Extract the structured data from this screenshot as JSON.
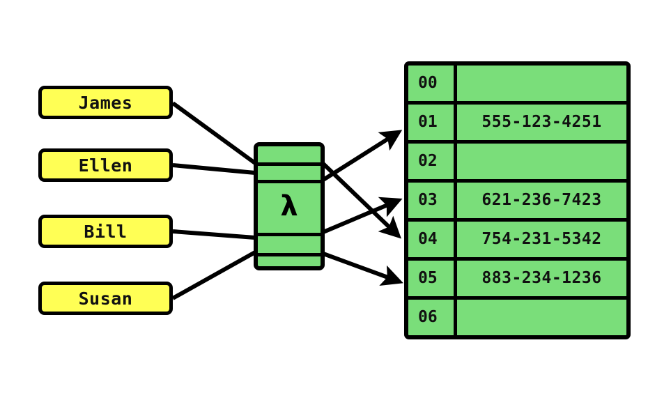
{
  "diagram": {
    "title": "hash-table-diagram",
    "colors": {
      "key_fill": "#ffff55",
      "bucket_fill": "#7ade7a",
      "stroke": "#000000",
      "background": "#ffffff"
    },
    "hash_function": {
      "symbol": "λ",
      "segments": 5
    },
    "keys": [
      {
        "label": "James",
        "maps_to": "04"
      },
      {
        "label": "Ellen",
        "maps_to": "01"
      },
      {
        "label": "Bill",
        "maps_to": "03"
      },
      {
        "label": "Susan",
        "maps_to": "05"
      }
    ],
    "table": {
      "rows": [
        {
          "index": "00",
          "value": ""
        },
        {
          "index": "01",
          "value": "555-123-4251"
        },
        {
          "index": "02",
          "value": ""
        },
        {
          "index": "03",
          "value": "621-236-7423"
        },
        {
          "index": "04",
          "value": "754-231-5342"
        },
        {
          "index": "05",
          "value": "883-234-1236"
        },
        {
          "index": "06",
          "value": ""
        }
      ]
    },
    "connections": {
      "inputs": [
        {
          "from": "James",
          "to": "hash-segment-2"
        },
        {
          "from": "Ellen",
          "to": "hash-segment-2"
        },
        {
          "from": "Bill",
          "to": "hash-segment-4"
        },
        {
          "from": "Susan",
          "to": "hash-segment-5"
        }
      ],
      "outputs": [
        {
          "from": "hash-segment-2",
          "to": "01"
        },
        {
          "from": "hash-segment-2",
          "to": "04"
        },
        {
          "from": "hash-segment-4",
          "to": "03"
        },
        {
          "from": "hash-segment-5",
          "to": "05"
        }
      ]
    }
  }
}
